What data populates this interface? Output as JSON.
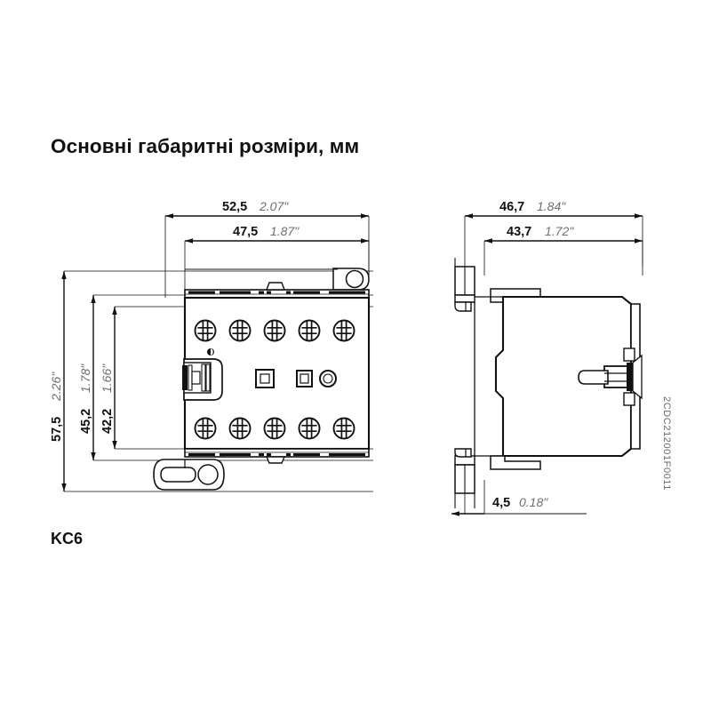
{
  "page": {
    "title": "Основні габаритні розміри, мм",
    "part_label": "KC6",
    "doc_code": "2CDC212001F0011",
    "background_color": "#ffffff",
    "line_color": "#111111",
    "inch_text_color": "#6e6e6e",
    "code_text_color": "#6a6a6a"
  },
  "views": {
    "front": {
      "name": "front-view",
      "terminals_top_count": 5,
      "terminals_bottom_count": 5,
      "indicator_windows": 2,
      "indicator_circle": 1,
      "slider_lever": 1,
      "mounting_lug_top_right": 1,
      "mounting_foot_bottom_left": 1
    },
    "side": {
      "name": "side-view",
      "terminal_pin": 1,
      "din_rail_clips": 2
    }
  },
  "dimensions": {
    "front_width_outer": {
      "metric": "52,5",
      "inch": "2.07\""
    },
    "front_width_inner": {
      "metric": "47,5",
      "inch": "1.87\""
    },
    "height_outer": {
      "metric": "57,5",
      "inch": "2.26\""
    },
    "height_middle": {
      "metric": "45,2",
      "inch": "1.78\""
    },
    "height_inner": {
      "metric": "42,2",
      "inch": "1.66\""
    },
    "side_depth_outer": {
      "metric": "46,7",
      "inch": "1.84\""
    },
    "side_depth_inner": {
      "metric": "43,7",
      "inch": "1.72\""
    },
    "side_rail_offset": {
      "metric": "4,5",
      "inch": "0.18\""
    }
  }
}
